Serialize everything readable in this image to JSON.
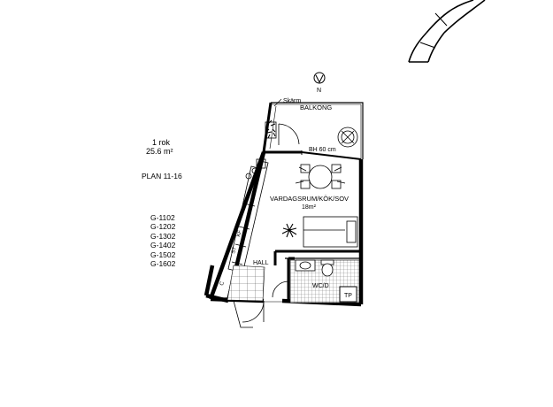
{
  "apartment": {
    "type": "1 rok",
    "area": "25.6 m²",
    "plan": "PLAN 11-16"
  },
  "units": [
    "G-1102",
    "G-1202",
    "G-1302",
    "G-1402",
    "G-1502",
    "G-1602"
  ],
  "compass": {
    "north": "N"
  },
  "rooms": {
    "balcony": "BALKONG",
    "screen": "Skärm",
    "railing_height": "BH 60 cm",
    "living": "VARDAGSRUM/KÖK/SOV",
    "living_area": "18m²",
    "hall": "HALL",
    "wc": "WC/D"
  },
  "fixtures": {
    "kf": "KF",
    "st": "ST",
    "tp": "TP"
  },
  "colors": {
    "ink": "#000000",
    "background": "#ffffff",
    "tile": "#808080"
  }
}
